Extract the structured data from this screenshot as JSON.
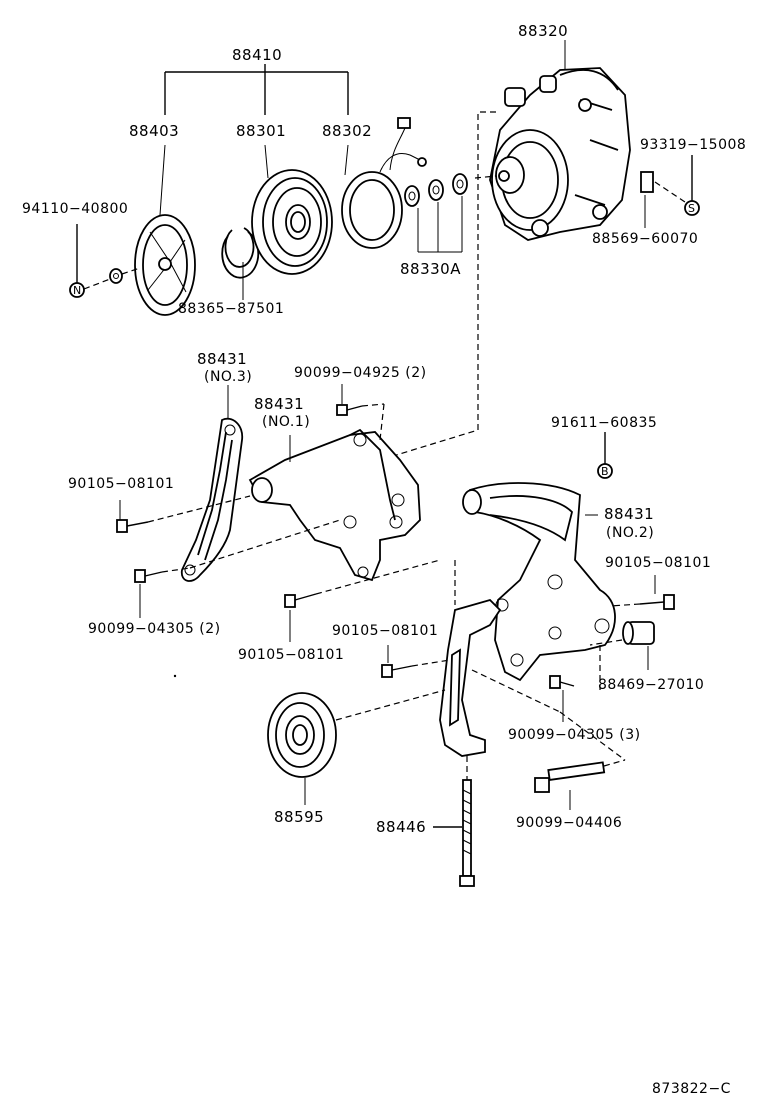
{
  "labels": {
    "p88410": "88410",
    "p88320": "88320",
    "p88403": "88403",
    "p88301": "88301",
    "p88302": "88302",
    "p93319": "93319−15008",
    "p94110": "94110−40800",
    "p88569": "88569−60070",
    "p88330a": "88330A",
    "p88365": "88365−87501",
    "p88431_no3": "88431",
    "p88431_no3_sub": "(NO.3)",
    "p90099_04925": "90099−04925 (2)",
    "p88431_no1": "88431",
    "p88431_no1_sub": "(NO.1)",
    "p91611": "91611−60835",
    "p90105_a": "90105−08101",
    "p88431_no2": "88431",
    "p88431_no2_sub": "(NO.2)",
    "p90105_b": "90105−08101",
    "p90099_04305_2": "90099−04305 (2)",
    "p90105_c": "90105−08101",
    "p90105_d": "90105−08101",
    "p88469": "88469−27010",
    "p90099_04305_3": "90099−04305 (3)",
    "p88595": "88595",
    "p88446": "88446",
    "p90099_04406": "90099−04406",
    "diagram_code": "873822−C"
  },
  "callouts": {
    "n": "N",
    "s": "S",
    "b": "B"
  }
}
